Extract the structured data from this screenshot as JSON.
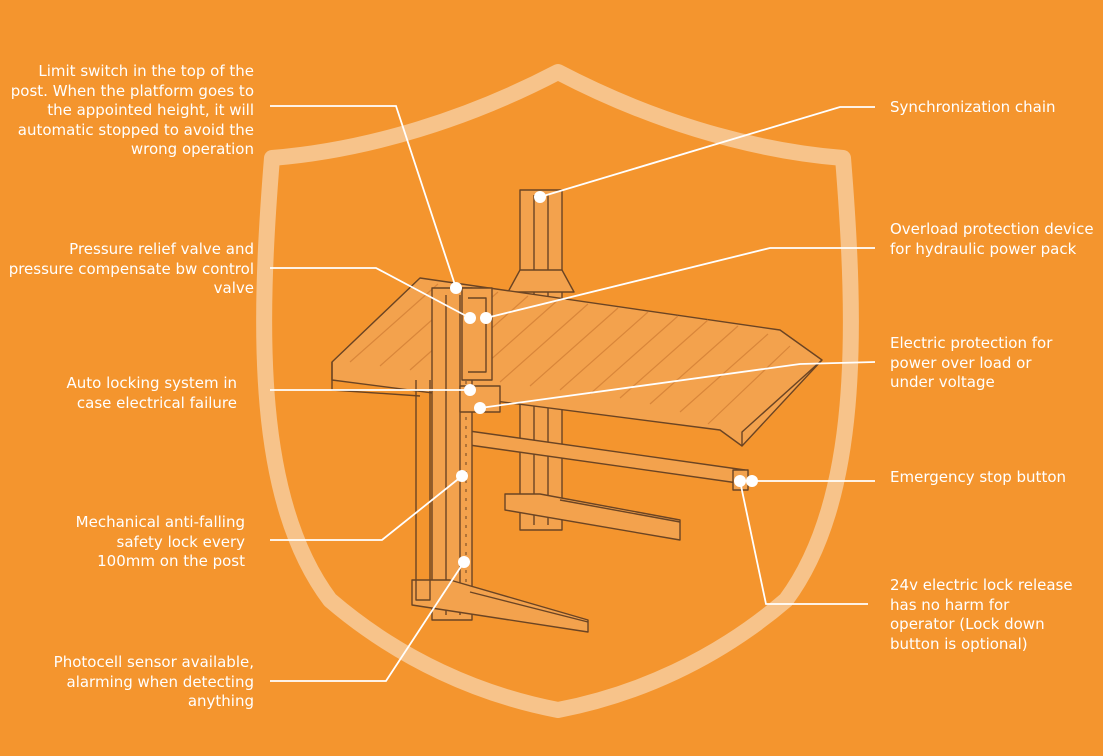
{
  "colors": {
    "background": "#f4952e",
    "line": "#ffffff",
    "shield": "#f7c38a",
    "machine_stroke": "#6b4423",
    "platform_fill": "#f3a24d",
    "slat": "#d9863a"
  },
  "icons": {
    "shield": "shield-outline",
    "lift": "parking-lift-drawing"
  },
  "callouts": {
    "limit_switch": "Limit switch in the top of the post. When the platform goes to the appointed height, it will automatic stopped to avoid the wrong operation",
    "pressure_relief": "Pressure relief valve and pressure compensate bw control valve",
    "auto_locking": "Auto locking system in case electrical failure",
    "anti_falling": "Mechanical anti-falling safety lock every 100mm on the post",
    "photocell": "Photocell sensor available, alarming when detecting anything",
    "sync_chain": "Synchronization chain",
    "overload": "Overload protection device for hydraulic power pack",
    "electric_protection": "Electric protection for power over load or under voltage",
    "emergency_stop": "Emergency stop button",
    "electric_lock": "24v electric lock release has no harm for operator (Lock down button is optional)"
  }
}
